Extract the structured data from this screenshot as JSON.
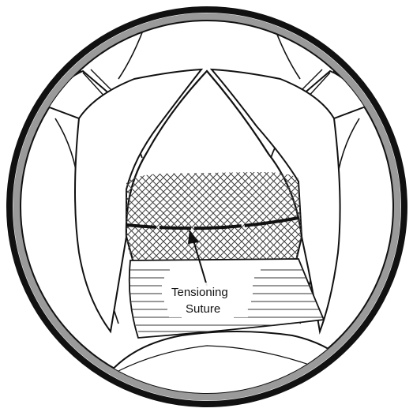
{
  "diagram": {
    "callout": {
      "line1": "Tensioning",
      "line2": "Suture"
    },
    "colors": {
      "ink": "#111111",
      "background": "#ffffff",
      "ring_gray": "#9a9a9a",
      "mesh": "#555555"
    },
    "elements": [
      "circular-frame",
      "left-retractor-blade",
      "right-retractor-blade",
      "incision-flap",
      "mesh-patch",
      "tensioning-suture",
      "callout-arrow"
    ]
  }
}
